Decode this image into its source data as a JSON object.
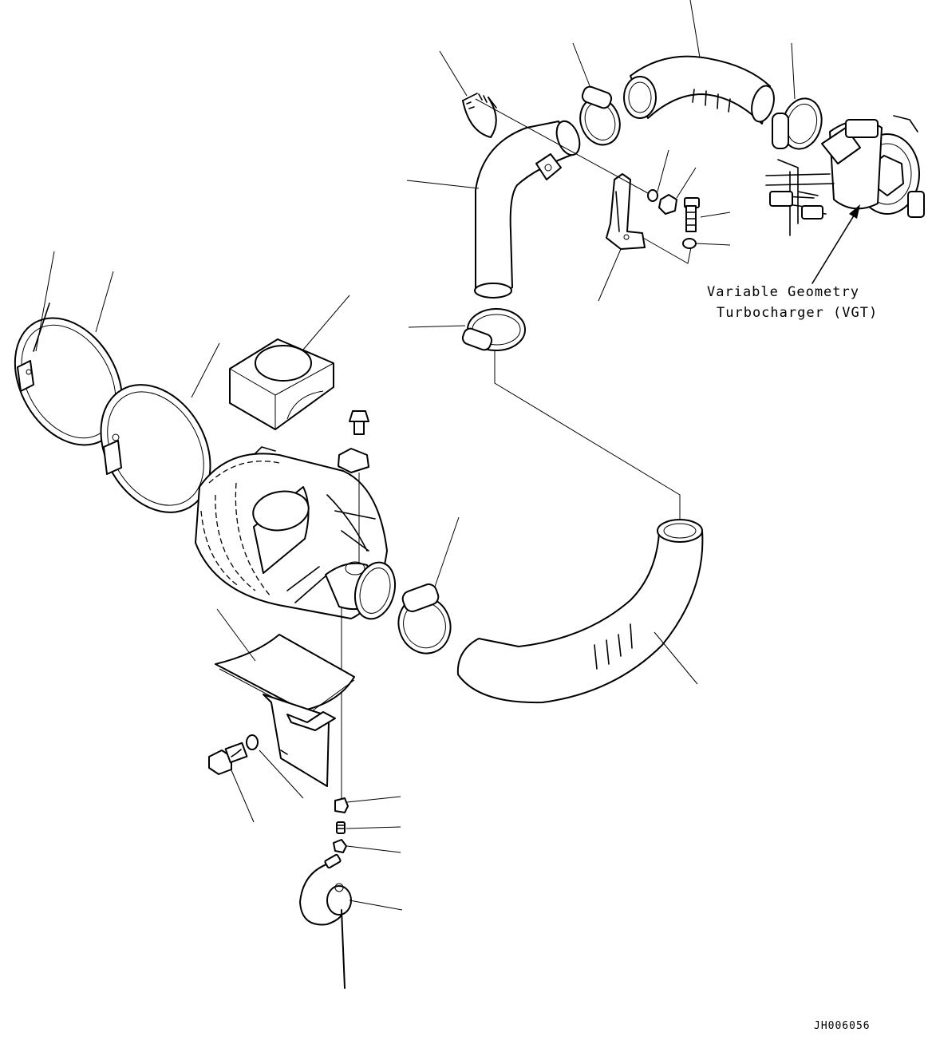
{
  "callout": {
    "line1": "Variable Geometry",
    "line2": "Turbocharger (VGT)"
  },
  "drawing_number": "JH006056"
}
